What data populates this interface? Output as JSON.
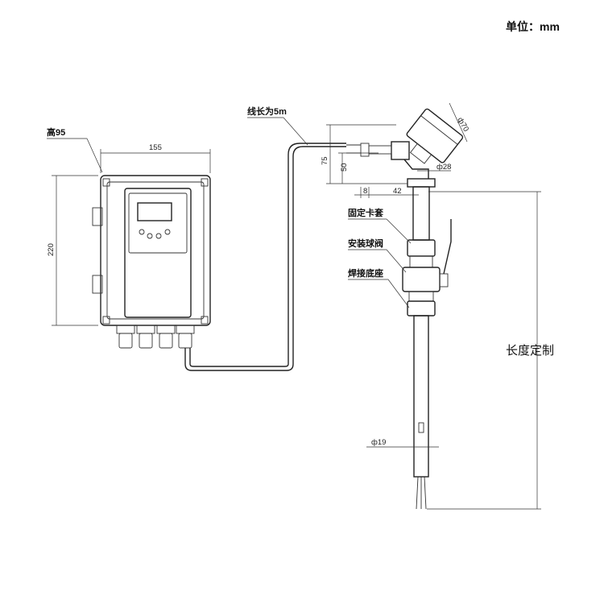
{
  "unit_label": "单位：mm",
  "labels": {
    "height_95": "高95",
    "cable": "线长为5m",
    "fixed_ferrule": "固定卡套",
    "ball_valve": "安装球阀",
    "weld_base": "焊接底座",
    "length_custom": "长度定制"
  },
  "dimensions": {
    "width_155": "155",
    "height_220": "220",
    "d70": "ф70",
    "h75": "75",
    "h50": "50",
    "d28": "ф28",
    "w8": "8",
    "w42": "42",
    "d19": "ф19"
  }
}
